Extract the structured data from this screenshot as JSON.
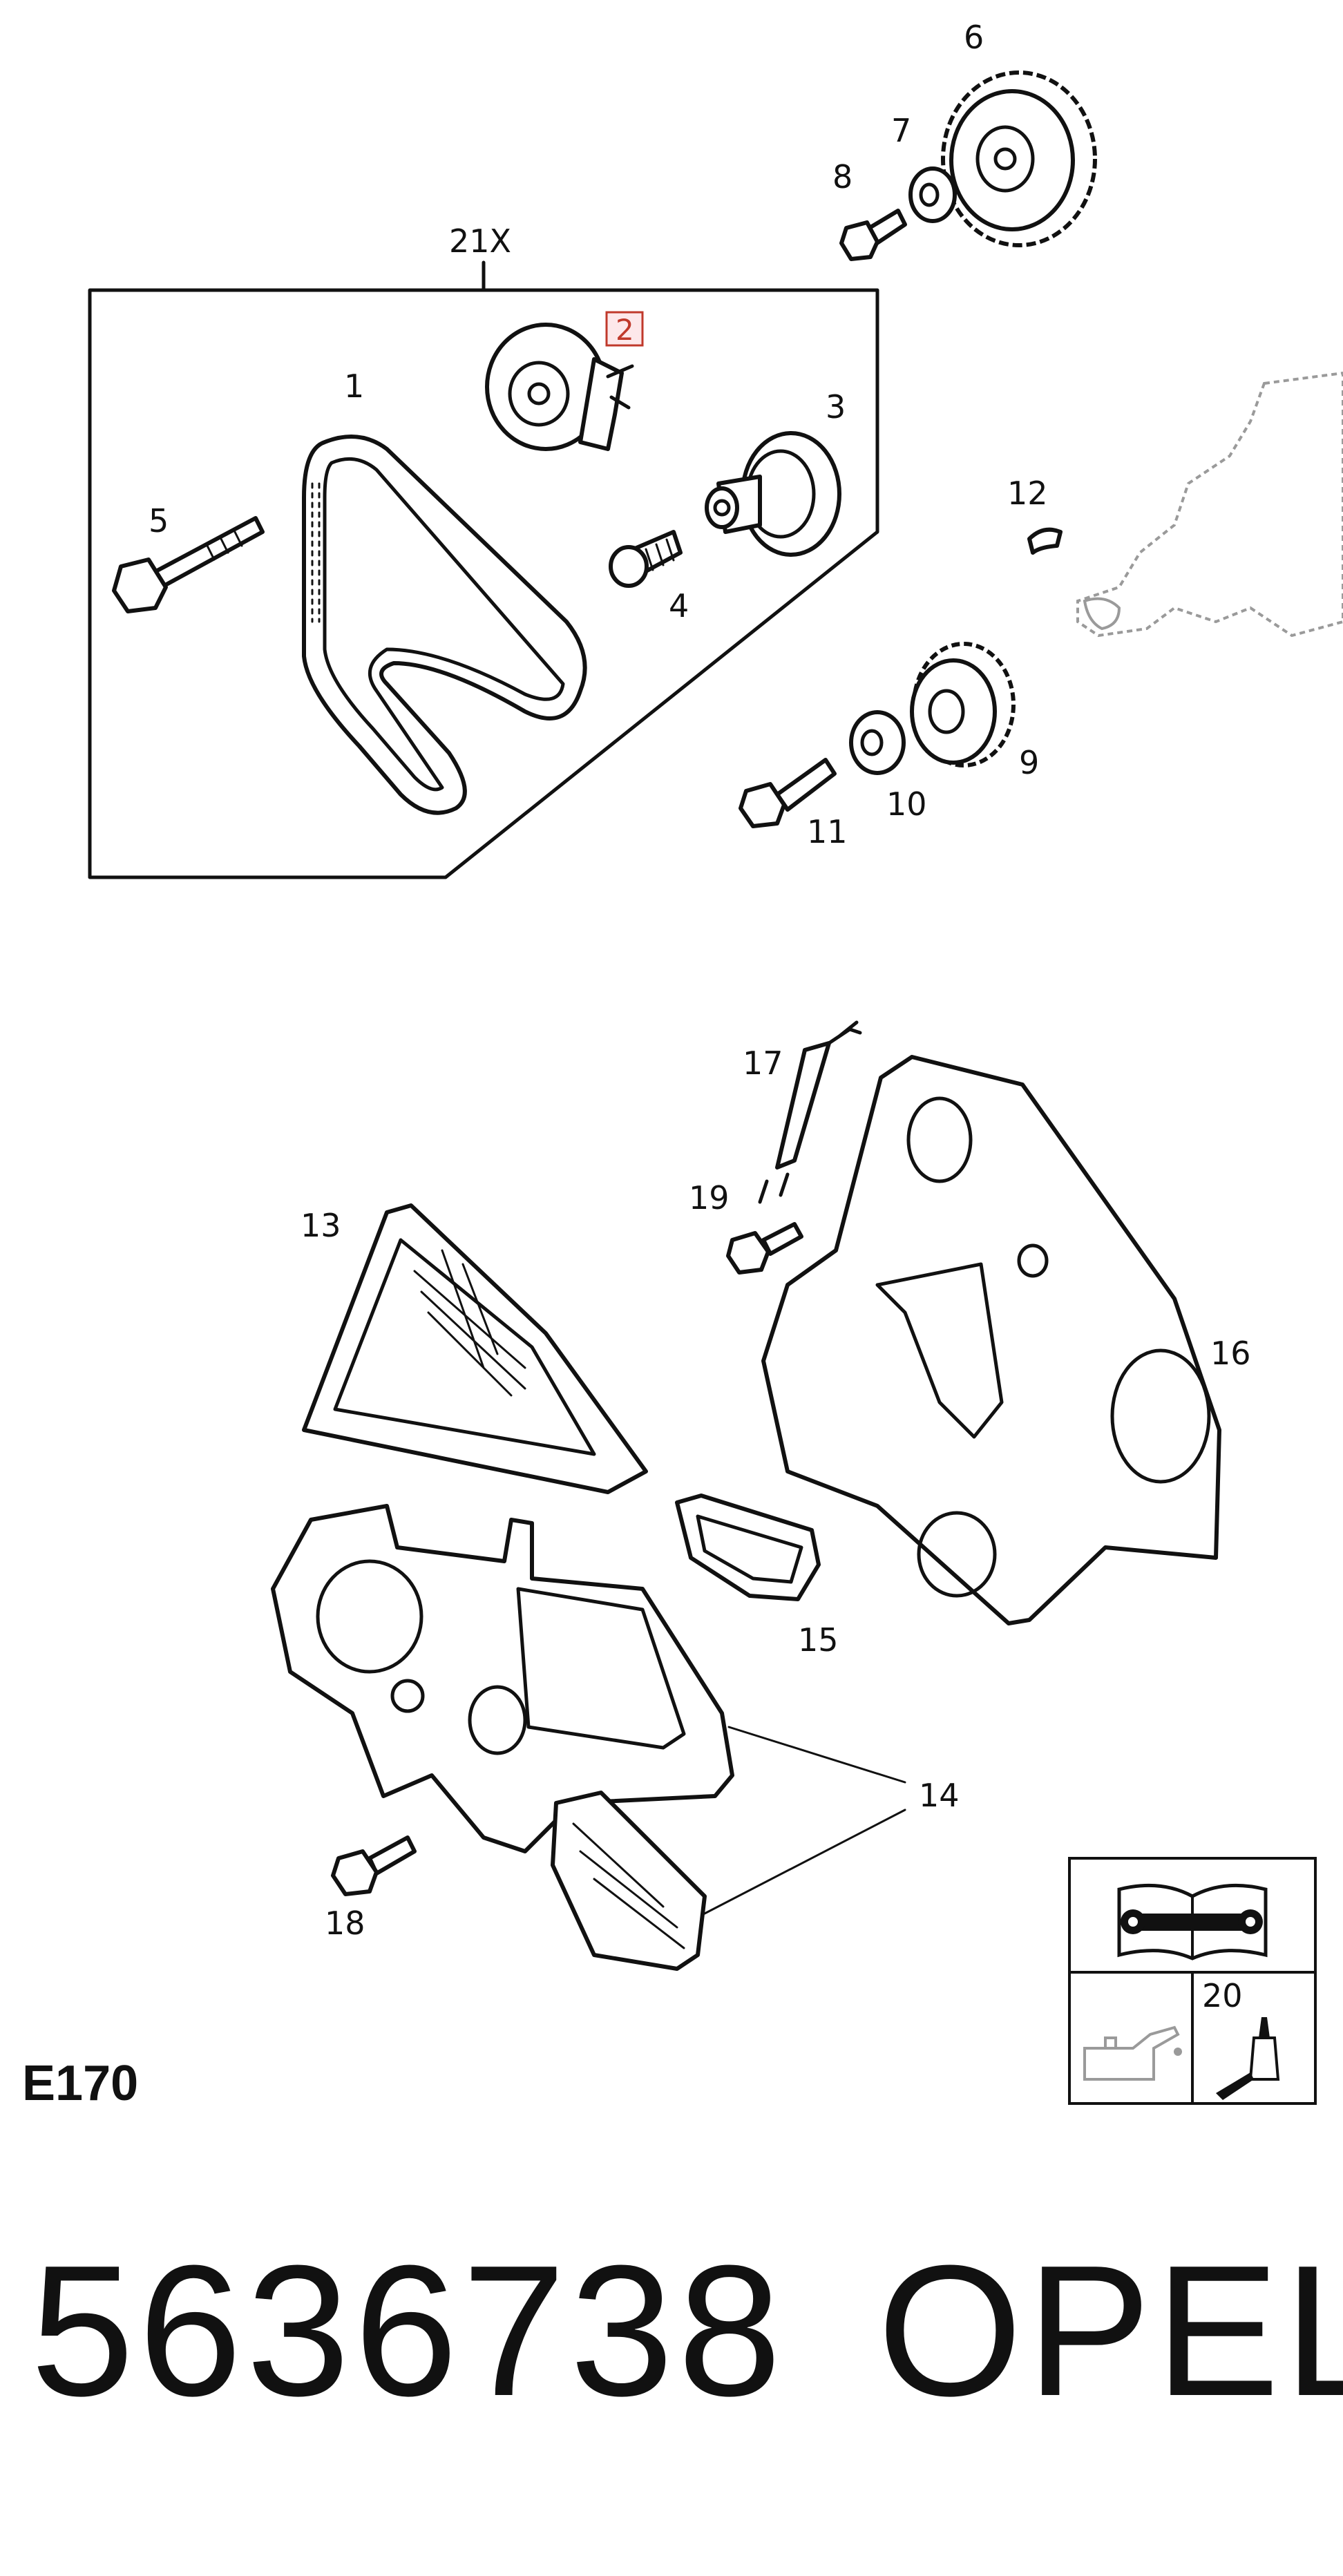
{
  "callouts": {
    "c1": "1",
    "c2": "2",
    "c3": "3",
    "c4": "4",
    "c5": "5",
    "c6": "6",
    "c7": "7",
    "c8": "8",
    "c9": "9",
    "c10": "10",
    "c11": "11",
    "c12": "12",
    "c13": "13",
    "c14": "14",
    "c15": "15",
    "c16": "16",
    "c17": "17",
    "c18": "18",
    "c19": "19",
    "c20": "20",
    "c21": "21X"
  },
  "highlight_color": "#c0392b",
  "group_code": "E170",
  "part_number": "5636738",
  "brand": "OPEL"
}
